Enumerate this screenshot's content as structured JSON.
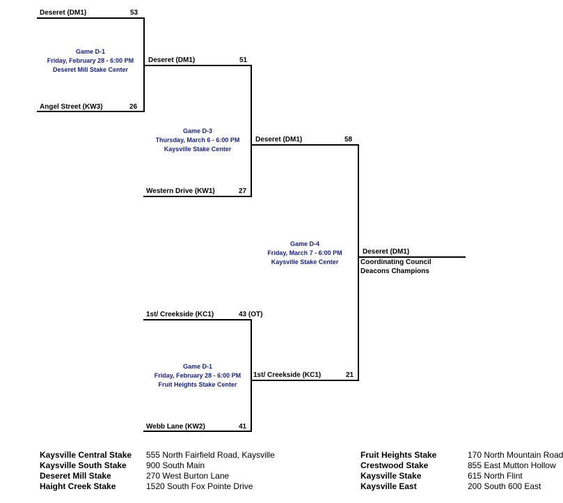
{
  "round1_top": {
    "team_a": "Deseret (DM1)",
    "score_a": "53",
    "team_b": "Angel Street (KW3)",
    "score_b": "26",
    "game": "Game D-1",
    "date": "Friday, February 28 -  6:00 PM",
    "venue": "Deseret Mill Stake Center"
  },
  "round1_bye": {
    "team": "Western Drive (KW1)",
    "score": "27"
  },
  "round2_top": {
    "team": "Deseret (DM1)",
    "score": "51",
    "game": "Game D-3",
    "date": "Thursday, March 6 - 6:00 PM",
    "venue": "Kaysville Stake Center"
  },
  "round1_bottom": {
    "team_a": "1st/ Creekside (KC1)",
    "score_a": "43 (OT)",
    "team_b": "Webb Lane (KW2)",
    "score_b": "41",
    "game": "Game D-1",
    "date": "Friday, February 28 -  6:00 PM",
    "venue": "Fruit Heights Stake Center"
  },
  "semis": {
    "top_team": "Deseret (DM1)",
    "top_score": "58",
    "bottom_team": "1st/ Creekside (KC1)",
    "bottom_score": "21"
  },
  "final": {
    "game": "Game D-4",
    "date": "Friday, March 7 - 6:00 PM",
    "venue": "Kaysville Stake Center",
    "winner": "Deseret (DM1)",
    "caption_line1": "Coordinating Council",
    "caption_line2": "Deacons Champions"
  },
  "locations_left": [
    {
      "name": "Kaysville Central Stake",
      "address": "555 North Fairfield Road, Kaysville"
    },
    {
      "name": "Kaysville South Stake",
      "address": "900 South Main"
    },
    {
      "name": "Deseret Mill Stake",
      "address": "270 West Burton Lane"
    },
    {
      "name": "Haight Creek Stake",
      "address": "1520 South Fox Pointe Drive"
    }
  ],
  "locations_right": [
    {
      "name": "Fruit Heights Stake",
      "address": "170 North Mountain Road"
    },
    {
      "name": "Crestwood Stake",
      "address": "855 East Mutton Hollow"
    },
    {
      "name": "Kaysville Stake",
      "address": "615 North Flint"
    },
    {
      "name": "Kaysville East",
      "address": "200 South 600 East"
    }
  ]
}
